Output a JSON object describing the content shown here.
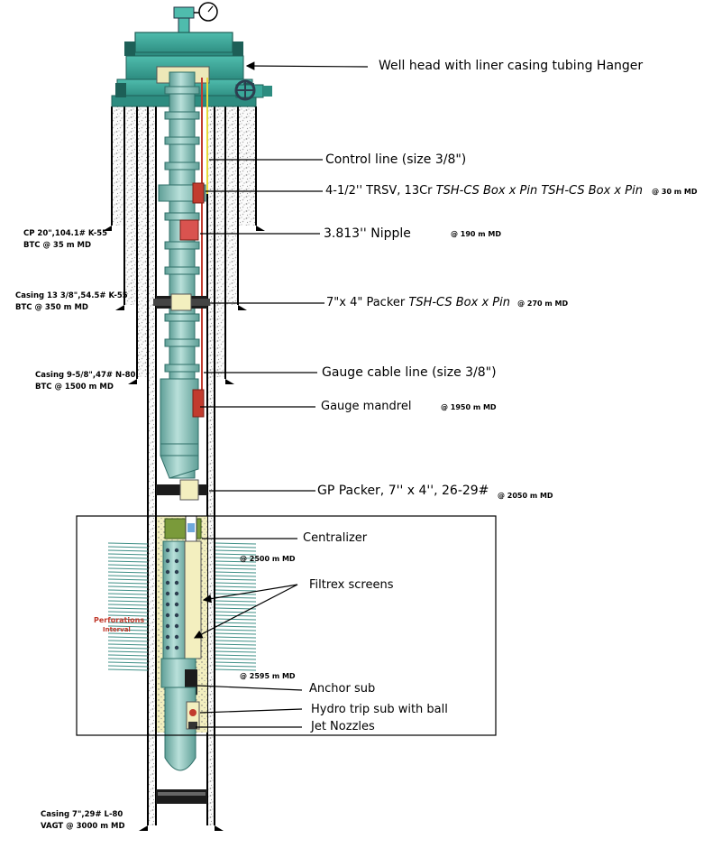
{
  "labels": {
    "wellhead": "Well head with liner casing tubing Hanger",
    "control_line": "Control line (size 3/8\")",
    "trsv_main": "4-1/2'' TRSV, 13Cr",
    "trsv_italic": "TSH-CS Box x Pin TSH-CS Box x Pin",
    "trsv_depth": "@ 30 m MD",
    "nipple": "3.813'' Nipple",
    "nipple_depth": "@ 190 m MD",
    "packer_main": "7\"x 4\" Packer",
    "packer_italic": "TSH-CS Box x Pin",
    "packer_depth": "@ 270 m MD",
    "gauge_cable": "Gauge cable line (size 3/8\")",
    "gauge_mandrel": "Gauge mandrel",
    "gauge_depth": "@ 1950 m MD",
    "gp_packer": "GP Packer, 7'' x 4'', 26-29#",
    "gp_depth": "@ 2050 m MD",
    "centralizer": "Centralizer",
    "depth_2500": "@ 2500 m MD",
    "filtrex": "Filtrex screens",
    "perforations_1": "Perforations",
    "perforations_2": "Interval",
    "depth_2595": "@ 2595 m MD",
    "anchor": "Anchor sub",
    "hydro": "Hydro trip sub with ball",
    "jet": "Jet Nozzles",
    "cp_1": "CP   20\",104.1#   K-55",
    "cp_2": "BTC @ 35 m MD",
    "c13_1": "Casing 13 3/8\",54.5# K-55",
    "c13_2": "BTC @ 350 m MD",
    "c958_1": "Casing  9-5/8\",47#  N-80",
    "c958_2": "BTC @ 1500 m MD",
    "c7_1": "Casing   7\",29#    L-80",
    "c7_2": "VAGT @ 3000 m MD"
  },
  "colors": {
    "wellhead": "#3aa79a",
    "tubing": "#8cc7c0",
    "tubing_dark": "#5f9f97",
    "sand": "#f3efbf",
    "packer": "#1c1c1c",
    "control_line": "#c23b2e",
    "gauge_line": "#e8d93a",
    "perforation": "#3e8f86"
  },
  "icons": [
    "pressure-gauge-icon",
    "valve-handwheel-icon",
    "arrow-icon"
  ]
}
